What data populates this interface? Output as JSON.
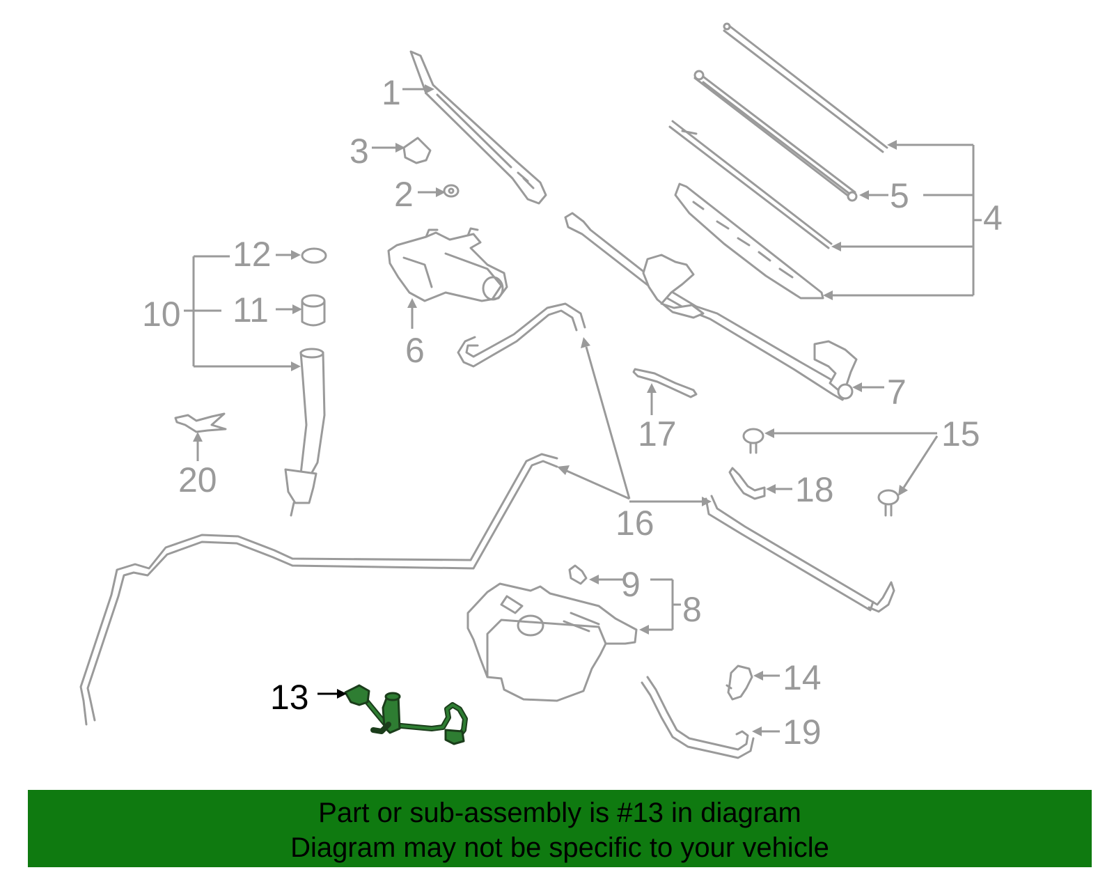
{
  "callouts": {
    "c1": "1",
    "c2": "2",
    "c3": "3",
    "c4": "4",
    "c5": "5",
    "c6": "6",
    "c7": "7",
    "c8": "8",
    "c9": "9",
    "c10": "10",
    "c11": "11",
    "c12": "12",
    "c13": "13",
    "c14": "14",
    "c15": "15",
    "c16": "16",
    "c17": "17",
    "c18": "18",
    "c19": "19",
    "c20": "20"
  },
  "highlighted_part": "13",
  "colors": {
    "line_gray": "#9a9a9a",
    "highlight_green": "#2e7d32",
    "banner_green": "#0f7a10"
  },
  "banner": {
    "line1": "Part or sub-assembly is #13 in diagram",
    "line2": "Diagram may not be specific to your vehicle"
  }
}
